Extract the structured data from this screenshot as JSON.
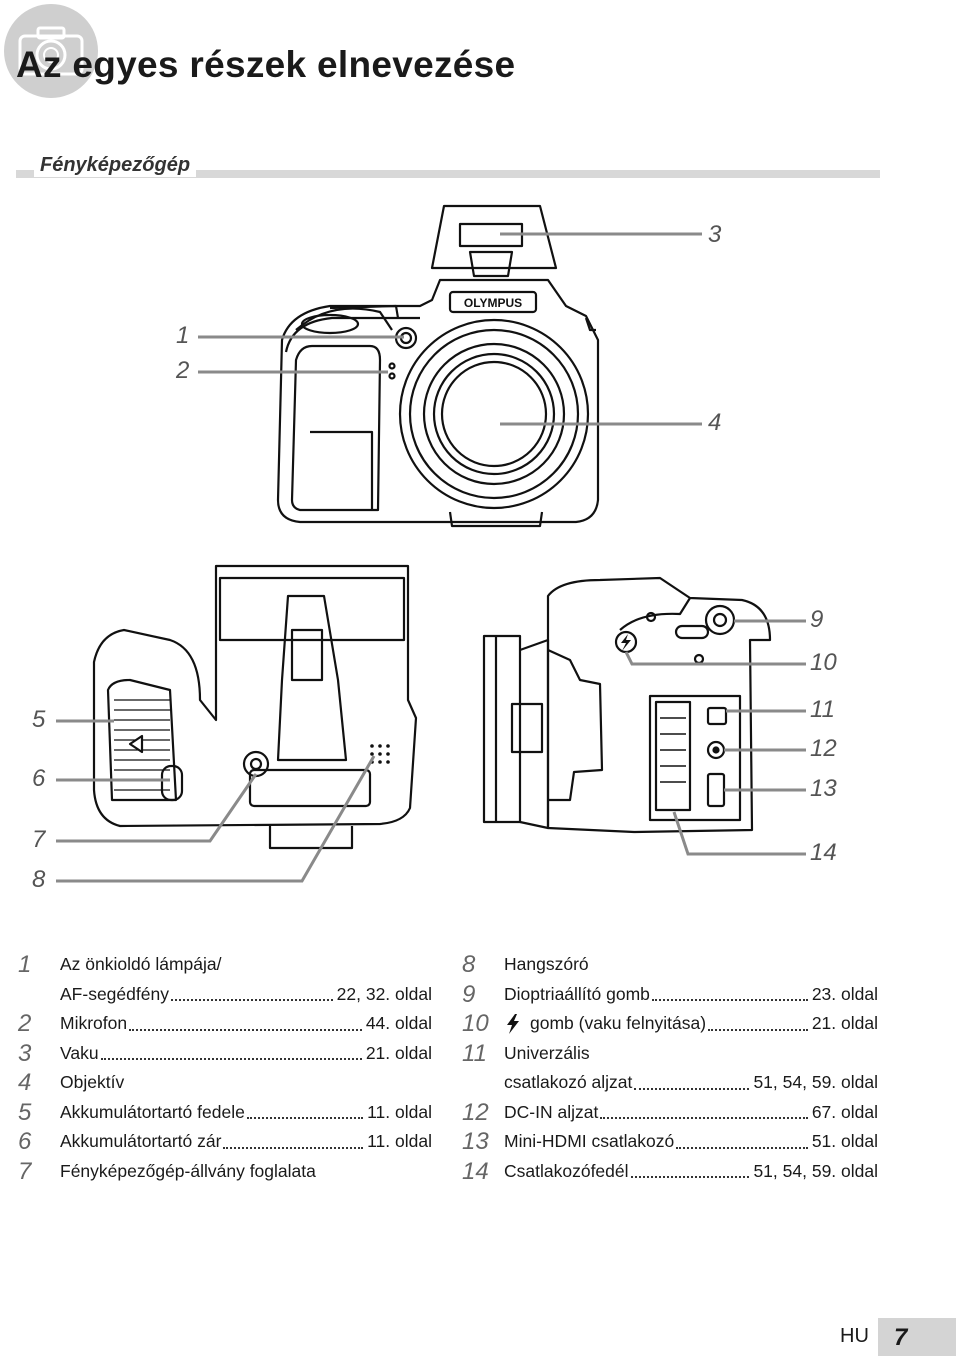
{
  "title": "Az egyes részek elnevezése",
  "section": "Fényképezőgép",
  "brand_text": "OLYMPUS",
  "callouts": [
    "1",
    "2",
    "3",
    "4",
    "5",
    "6",
    "7",
    "8",
    "9",
    "10",
    "11",
    "12",
    "13",
    "14"
  ],
  "parts_left": [
    {
      "num": "1",
      "label": "Az önkioldó lámpája/",
      "page": ""
    },
    {
      "num": "",
      "label": "AF-segédfény",
      "page": "22, 32. oldal"
    },
    {
      "num": "2",
      "label": "Mikrofon",
      "page": "44. oldal"
    },
    {
      "num": "3",
      "label": "Vaku",
      "page": "21. oldal"
    },
    {
      "num": "4",
      "label": "Objektív",
      "page": ""
    },
    {
      "num": "5",
      "label": "Akkumulátortartó fedele",
      "page": "11. oldal"
    },
    {
      "num": "6",
      "label": "Akkumulátortartó zár",
      "page": "11. oldal"
    },
    {
      "num": "7",
      "label": "Fényképezőgép-állvány foglalata",
      "page": ""
    }
  ],
  "parts_right": [
    {
      "num": "8",
      "label": "Hangszóró",
      "page": ""
    },
    {
      "num": "9",
      "label": "Dioptriaállító gomb",
      "page": "23. oldal"
    },
    {
      "num": "10",
      "label": "gomb (vaku felnyitása)",
      "page": "21. oldal",
      "icon": "flash-icon"
    },
    {
      "num": "11",
      "label": "Univerzális",
      "page": ""
    },
    {
      "num": "",
      "label": "csatlakozó aljzat",
      "page": "51, 54, 59. oldal"
    },
    {
      "num": "12",
      "label": "DC-IN aljzat",
      "page": "67. oldal"
    },
    {
      "num": "13",
      "label": "Mini-HDMI csatlakozó",
      "page": "51. oldal"
    },
    {
      "num": "14",
      "label": "Csatlakozófedél",
      "page": "51, 54, 59. oldal"
    }
  ],
  "footer": {
    "lang": "HU",
    "page_number": "7"
  }
}
